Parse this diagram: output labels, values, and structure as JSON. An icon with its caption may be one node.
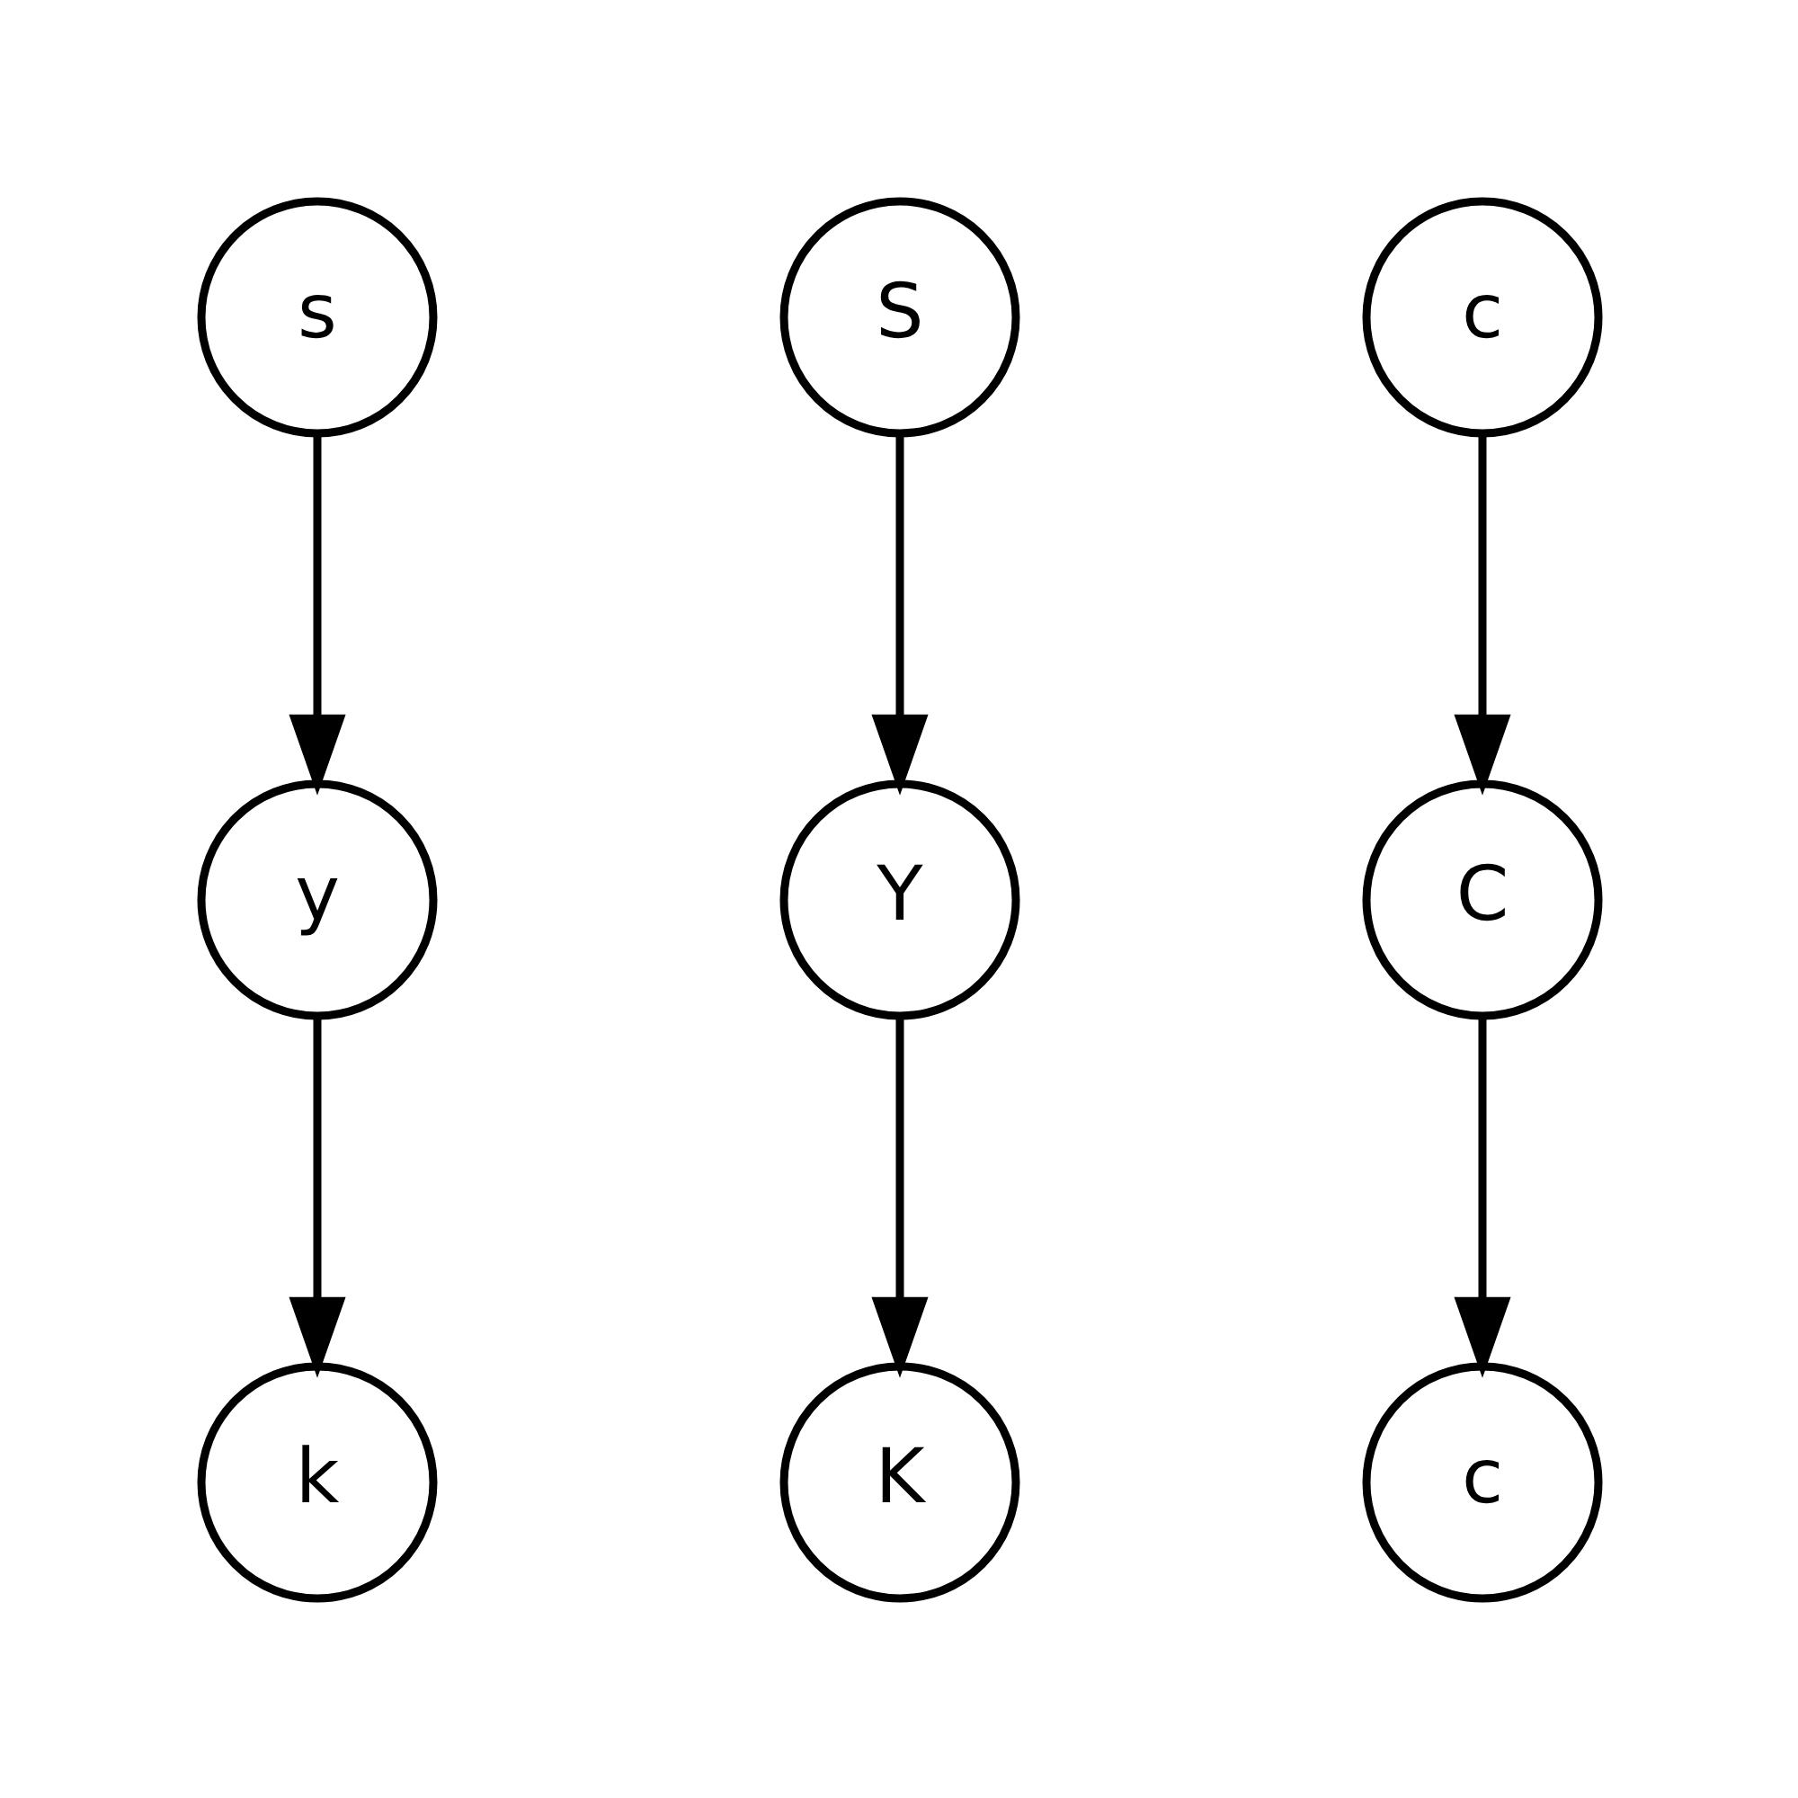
{
  "diagram": {
    "nodes": [
      {
        "text": [
          "s"
        ]
      },
      {
        "text": [
          "y"
        ]
      },
      {
        "text": [
          "k"
        ]
      },
      {
        "text": [
          "S"
        ]
      },
      {
        "text": [
          "Y"
        ]
      },
      {
        "text": [
          "K"
        ]
      },
      {
        "text": [
          "C"
        ]
      },
      {
        "text": [
          "c"
        ]
      },
      {
        "text": [
          "c"
        ]
      }
    ],
    "edges": [
      {
        "from": 0,
        "to": 1,
        "arrow": "to"
      },
      {
        "from": 1,
        "to": 2,
        "arrow": "to"
      },
      {
        "from": 3,
        "to": 4,
        "arrow": "to"
      },
      {
        "from": 4,
        "to": 5,
        "arrow": "to"
      },
      {
        "from": 7,
        "to": 6,
        "arrow": "to"
      },
      {
        "from": 6,
        "to": 8,
        "arrow": "to"
      }
    ]
  }
}
